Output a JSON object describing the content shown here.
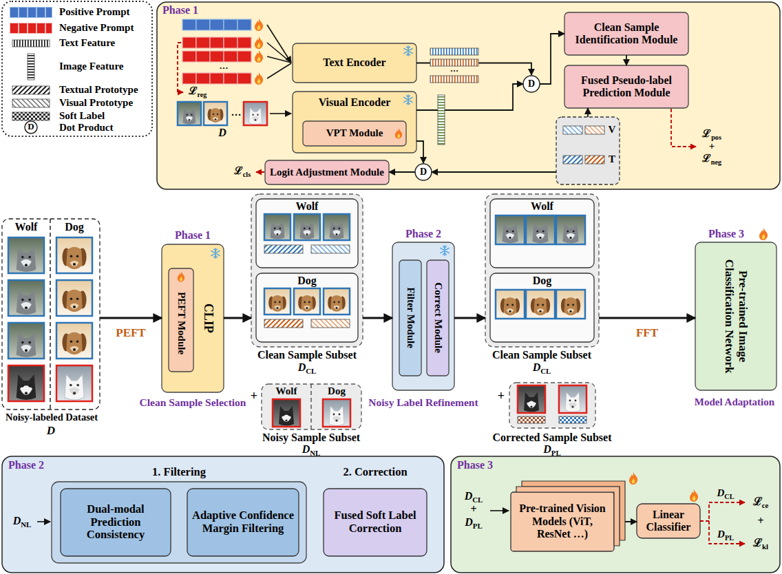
{
  "diagram": {
    "nodes": [
      {
        "text": [
          "Phase 1"
        ]
      },
      {
        "text": [
          "Text Encoder"
        ],
        "in": 0
      },
      {
        "text": [
          "Visual Encoder"
        ],
        "in": 0
      },
      {
        "text": [
          "VPT Module"
        ],
        "in": 2
      },
      {
        "text": [
          "Clean Sample Identification Module"
        ],
        "in": 0
      },
      {
        "text": [
          "Fused Pseudo-label Prediction Module"
        ],
        "in": 0
      },
      {
        "text": [
          "Logit Adjustment Module"
        ],
        "in": 0
      },
      {
        "text": [
          "D"
        ],
        "in": 0
      },
      {
        "text": [
          "D"
        ],
        "in": 0
      },
      {
        "text": [
          "V",
          "T"
        ],
        "in": 0
      },
      {
        "text": [
          "Wolf",
          "Dog",
          "Noisy-labeled Dataset",
          "D"
        ]
      },
      {
        "text": [
          "Phase 1",
          "CLIP",
          "Clean Sample Selection"
        ]
      },
      {
        "text": [
          "PEFT Module"
        ],
        "in": 11
      },
      {
        "text": [
          "Clean Sample Subset",
          "DCL"
        ]
      },
      {
        "text": [
          "Wolf"
        ],
        "in": 13
      },
      {
        "text": [
          "Dog"
        ],
        "in": 13
      },
      {
        "text": [
          "Wolf",
          "Dog",
          "Noisy Sample Subset",
          "DNL"
        ]
      },
      {
        "text": [
          "Phase 2",
          "Noisy Label Refinement"
        ]
      },
      {
        "text": [
          "Filter Module"
        ],
        "in": 17
      },
      {
        "text": [
          "Correct Module"
        ],
        "in": 17
      },
      {
        "text": [
          "Clean Sample Subset",
          "DCL"
        ]
      },
      {
        "text": [
          "Wolf"
        ],
        "in": 20
      },
      {
        "text": [
          "Dog"
        ],
        "in": 20
      },
      {
        "text": [
          "Corrected Sample Subset",
          "DPL"
        ]
      },
      {
        "text": [
          "Phase 3",
          "Pre-trained Image Classification Network",
          "Model Adaptation"
        ]
      },
      {
        "text": [
          "Phase 2"
        ]
      },
      {
        "text": [
          "1. Filtering"
        ],
        "in": 25
      },
      {
        "text": [
          "Dual-modal Prediction Consistency"
        ],
        "in": 26
      },
      {
        "text": [
          "Adaptive Confidence Margin Filtering"
        ],
        "in": 26
      },
      {
        "text": [
          "2. Correction",
          "Fused Soft Label Correction"
        ],
        "in": 25
      },
      {
        "text": [
          "Phase 3"
        ]
      },
      {
        "text": [
          "Pre-trained Vision Models (ViT, ResNet …)"
        ],
        "in": 30
      },
      {
        "text": [
          "Linear Classifier"
        ],
        "in": 30
      }
    ],
    "edges": [
      {
        "from": 1,
        "to": 7,
        "arrow": "to"
      },
      {
        "from": 2,
        "to": 7,
        "arrow": "to"
      },
      {
        "from": 7,
        "to": 4,
        "arrow": "to"
      },
      {
        "from": 4,
        "to": 5,
        "arrow": "to"
      },
      {
        "from": 9,
        "to": 5,
        "arrow": "to"
      },
      {
        "from": 2,
        "to": 8,
        "arrow": "to"
      },
      {
        "from": 9,
        "to": 8,
        "arrow": "to"
      },
      {
        "from": 8,
        "to": 6,
        "arrow": "to"
      },
      {
        "from": 10,
        "to": 11,
        "label": "PEFT",
        "arrow": "to"
      },
      {
        "from": 11,
        "to": 13,
        "arrow": "to"
      },
      {
        "from": 13,
        "to": 17,
        "arrow": "to"
      },
      {
        "from": 17,
        "to": 20,
        "arrow": "to"
      },
      {
        "from": 20,
        "to": 24,
        "label": "FFT",
        "arrow": "to"
      },
      {
        "from": 31,
        "to": 32,
        "arrow": "to"
      }
    ],
    "labels": [
      "D",
      "…",
      "ℒreg",
      "…",
      "D",
      "…",
      "ℒcls",
      "ℒpos",
      "+",
      "ℒneg",
      "+",
      "+",
      "DNL",
      "DCL",
      "+",
      "DPL",
      "DCL",
      "ℒce",
      "+",
      "DPL",
      "ℒkl"
    ],
    "legend": [
      {
        "text": "Positive Prompt",
        "color": "#4472c4"
      },
      {
        "text": "Negative Prompt",
        "color": "#e0201b"
      },
      {
        "text": "Text Feature"
      },
      {
        "text": "Image Feature"
      },
      {
        "text": "Textual Prototype"
      },
      {
        "text": "Visual Prototype"
      },
      {
        "text": "Soft Label"
      },
      {
        "text": "Dot Product"
      }
    ]
  }
}
